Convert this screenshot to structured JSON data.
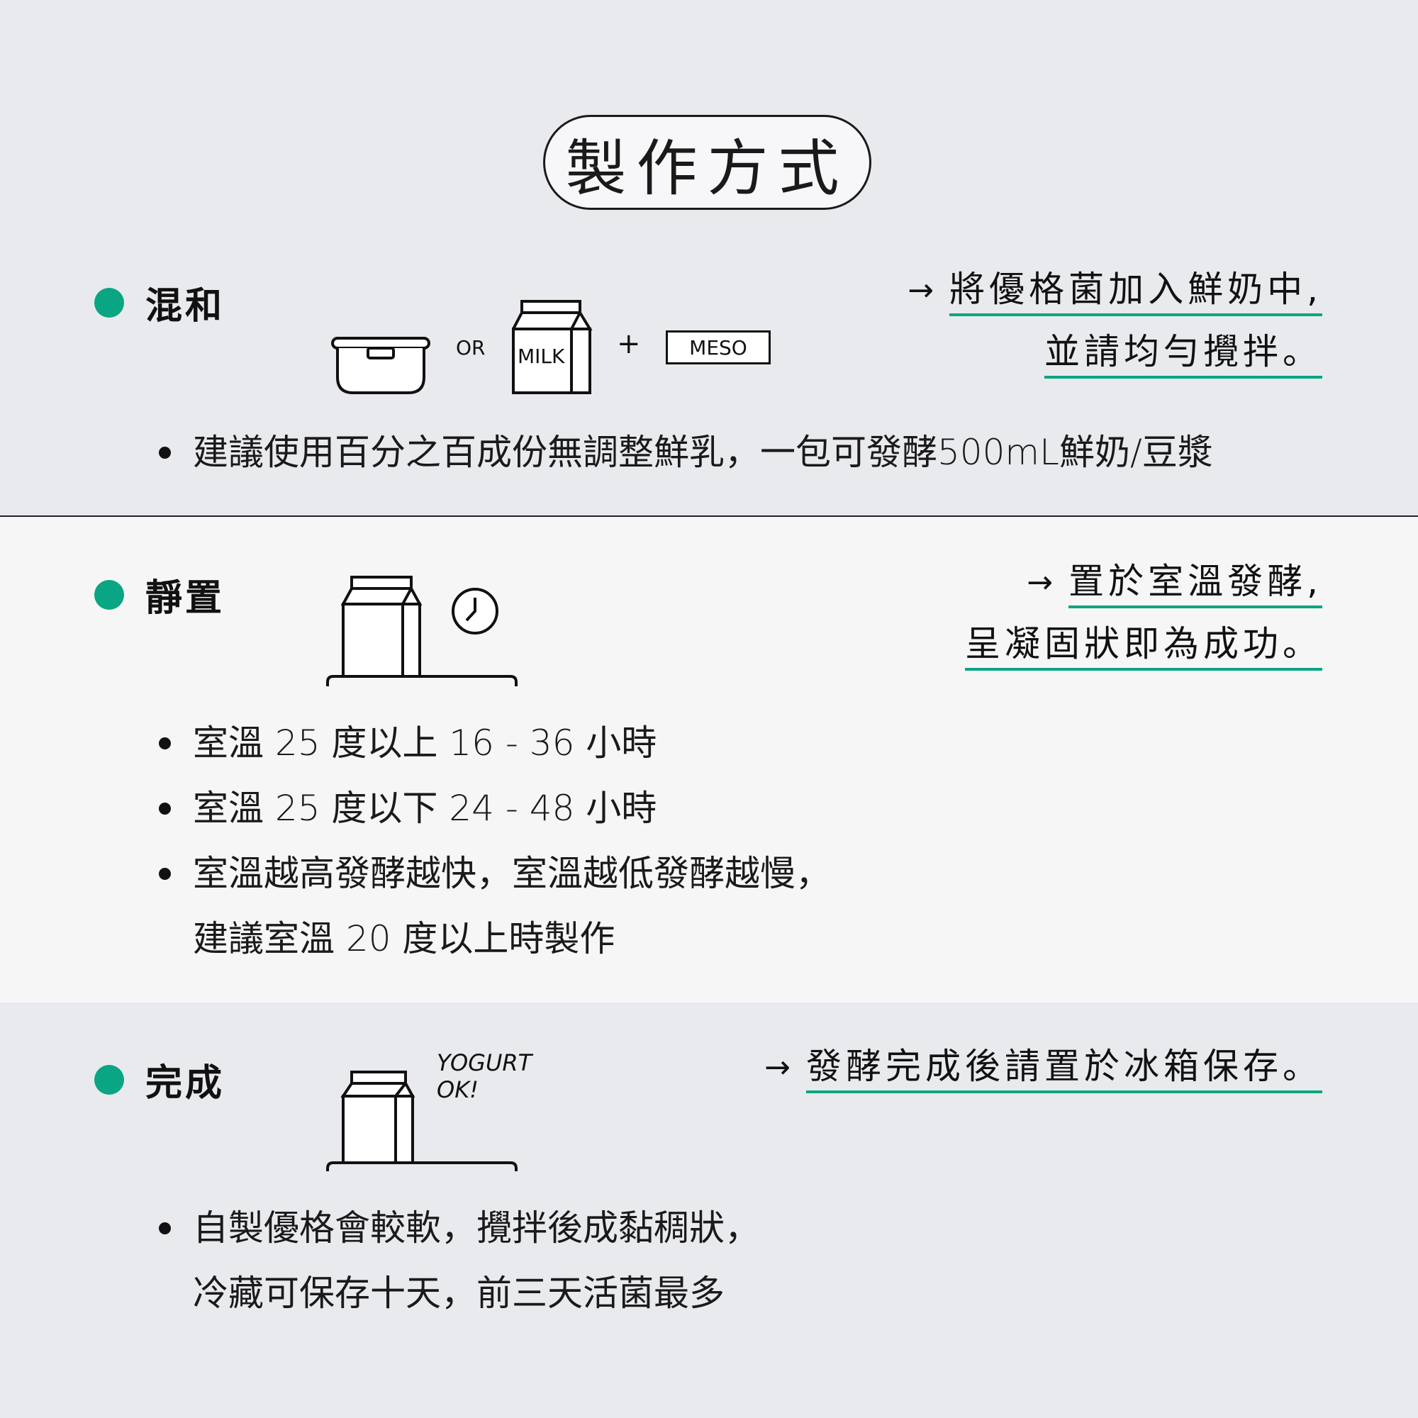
{
  "title": "製作方式",
  "colors": {
    "accent": "#0aa582",
    "bg_alt": "#f6f6f6",
    "bg": "#e9eaee",
    "ink": "#111111"
  },
  "steps": [
    {
      "title": "混和",
      "callout": [
        "將優格菌加入鮮奶中,",
        "並請均勻攪拌。"
      ],
      "illustration": {
        "or_label": "OR",
        "milk_label": "MILK",
        "plus": "+",
        "meso_label": "MESO",
        "icons": [
          "container-icon",
          "milk-carton-icon",
          "meso-packet-icon"
        ]
      },
      "bullets": [
        "建議使用百分之百成份無調整鮮乳，一包可發酵500mL鮮奶/豆漿"
      ]
    },
    {
      "title": "靜置",
      "callout": [
        "置於室溫發酵,",
        "呈凝固狀即為成功。"
      ],
      "illustration": {
        "icons": [
          "milk-carton-icon",
          "clock-icon",
          "table-icon"
        ]
      },
      "bullets": [
        "室溫 25 度以上 16 - 36 小時",
        "室溫 25 度以下 24 - 48 小時",
        "室溫越高發酵越快，室溫越低發酵越慢，",
        "建議室溫 20 度以上時製作"
      ]
    },
    {
      "title": "完成",
      "callout": [
        "發酵完成後請置於冰箱保存。"
      ],
      "illustration": {
        "yogurt_label_1": "YOGURT",
        "yogurt_label_2": "OK!",
        "icons": [
          "milk-carton-icon",
          "table-icon"
        ]
      },
      "bullets": [
        "自製優格會較軟，攪拌後成黏稠狀，",
        "冷藏可保存十天，前三天活菌最多"
      ]
    }
  ],
  "arrow": "→"
}
